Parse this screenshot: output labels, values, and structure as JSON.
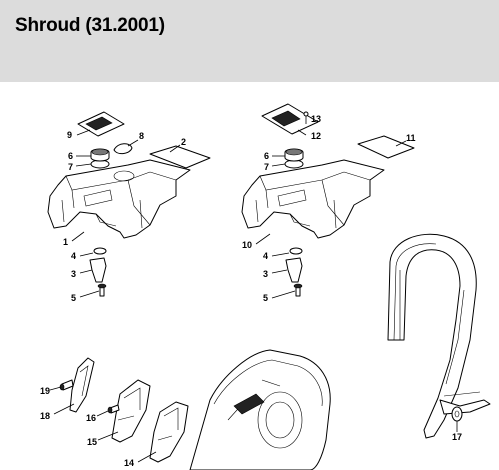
{
  "header": {
    "title": "Shroud (31.2001)"
  },
  "labels": {
    "l1": "1",
    "l2": "2",
    "l3a": "3",
    "l3b": "3",
    "l4a": "4",
    "l4b": "4",
    "l5a": "5",
    "l5b": "5",
    "l6a": "6",
    "l6b": "6",
    "l7a": "7",
    "l7b": "7",
    "l8": "8",
    "l9": "9",
    "l10": "10",
    "l11": "11",
    "l12": "12",
    "l13": "13",
    "l14": "14",
    "l15": "15",
    "l16": "16",
    "l17": "17",
    "l18": "18",
    "l19": "19"
  }
}
